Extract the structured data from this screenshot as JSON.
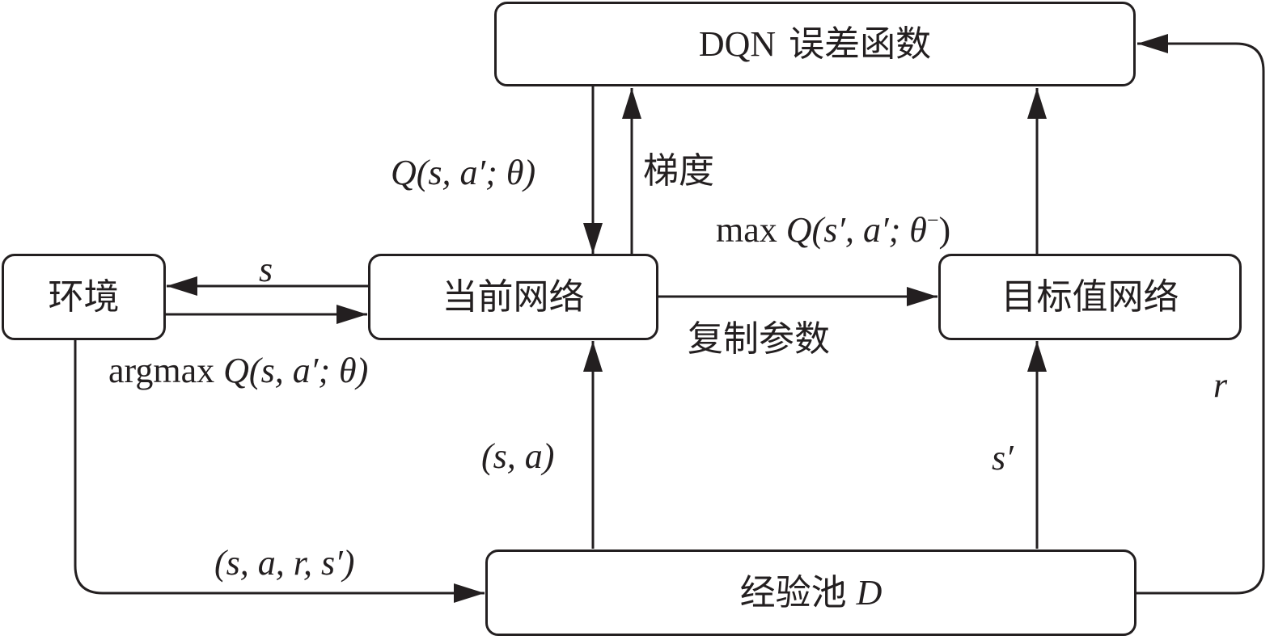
{
  "nodes": {
    "dqn_loss": {
      "label_prefix": "DQN",
      "label_cn": "误差函数"
    },
    "environment": {
      "label": "环境"
    },
    "current_net": {
      "label": "当前网络"
    },
    "target_net": {
      "label": "目标值网络"
    },
    "replay": {
      "label_cn": "经验池",
      "label_var": "D"
    }
  },
  "edges": {
    "state_s": {
      "var": "s"
    },
    "argmax": {
      "op": "argmax",
      "q": "Q",
      "args": "(s, a′; θ)"
    },
    "q_value": {
      "q": "Q",
      "args": "(s, a′; θ)"
    },
    "gradient": {
      "label": "梯度"
    },
    "max_q": {
      "op": "max",
      "q": "Q",
      "args_open": "(s′, a′; θ",
      "sup": "−",
      "close": ")"
    },
    "copy_params": {
      "label": "复制参数"
    },
    "sa": {
      "label": "(s, a)"
    },
    "s_prime": {
      "label": "s′"
    },
    "reward": {
      "label": "r"
    },
    "transition": {
      "label": "(s, a, r, s′)"
    }
  },
  "colors": {
    "stroke": "#231f20",
    "background": "#ffffff"
  }
}
